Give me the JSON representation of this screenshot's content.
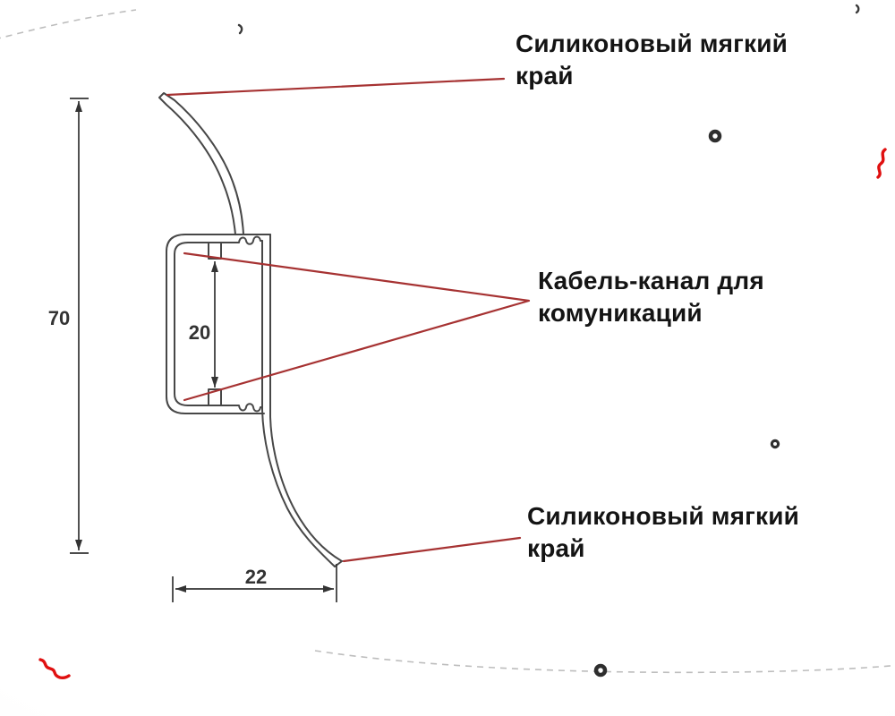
{
  "diagram": {
    "callouts": {
      "top_edge": "Силиконовый мягкий край",
      "cable_channel": "Кабель-канал для комуникаций",
      "bottom_edge": "Силиконовый мягкий край"
    },
    "dimensions": {
      "height": "70",
      "channel_height": "20",
      "width": "22"
    },
    "colors": {
      "callout_line": "#a63232",
      "drawing_line": "#474747",
      "dimension_line": "#333333",
      "text": "#141414",
      "artifact_gray": "#bdbdbd",
      "artifact_red": "#e01010"
    }
  }
}
